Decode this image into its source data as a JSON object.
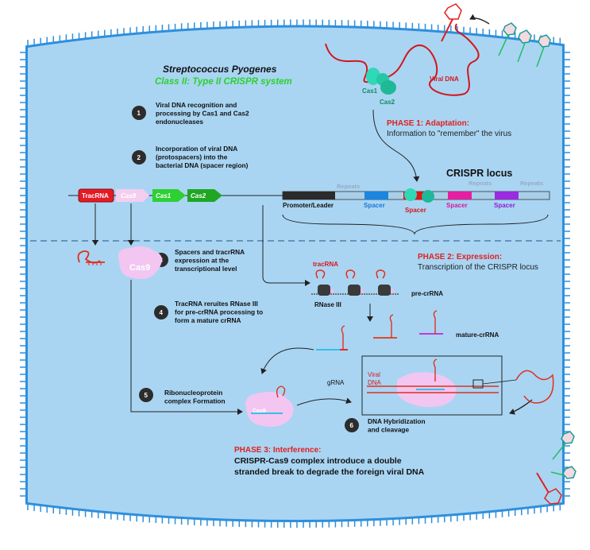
{
  "title": "Streptococcus Pyogenes",
  "subtitle": "Class II: Type II CRISPR system",
  "steps": [
    {
      "num": "1",
      "lines": [
        "Viral DNA recognition and",
        "processing by Cas1 and Cas2",
        "endonucleases"
      ]
    },
    {
      "num": "2",
      "lines": [
        "Incorporation of viral DNA",
        "(protospacers) into the",
        "bacterial DNA (spacer region)"
      ]
    },
    {
      "num": "3",
      "lines": [
        "Spacers and tracrRNA",
        "expression at the",
        "transcriptional level"
      ]
    },
    {
      "num": "4",
      "lines": [
        "TracRNA reruites RNase III",
        "for pre-crRNA processing to",
        "form a mature crRNA"
      ]
    },
    {
      "num": "5",
      "lines": [
        "Ribonucleoprotein",
        "complex Formation"
      ]
    },
    {
      "num": "6",
      "lines": [
        "DNA Hybridization",
        "and cleavage"
      ]
    }
  ],
  "phases": {
    "p1": {
      "title": "PHASE 1: Adaptation:",
      "desc": "Information to \"remember\" the virus"
    },
    "p2": {
      "title": "PHASE 2: Expression:",
      "desc": "Transcription of the CRISPR locus"
    },
    "p3": {
      "title": "PHASE 3: Interference:",
      "desc1": "CRISPR-Cas9 complex introduce a double",
      "desc2": "stranded break to degrade the foreign viral DNA"
    }
  },
  "labels": {
    "viral_dna": "Viral DNA",
    "cas1": "Cas1",
    "cas2": "Cas2",
    "crispr_locus": "CRISPR locus",
    "promoter": "Promoter/Leader",
    "repeats": "Repeats",
    "spacer": "Spacer",
    "tracrna_gene": "TracRNA",
    "cas9_gene": "Cas9",
    "cas1_gene": "Cas1",
    "cas2_gene": "Cas2",
    "cas9_protein": "Cas9",
    "tracrna": "tracRNA",
    "rnase": "RNase III",
    "pre_crrna": "pre-crRNA",
    "mature_crrna": "mature-crRNA",
    "grna": "gRNA",
    "viral": "Viral",
    "dna": "DNA",
    "cas9_small": "Cas9"
  },
  "colors": {
    "cell": "#a9d5f3",
    "membrane": "#2e8fdc",
    "phase_red": "#e0201e",
    "subtitle_green": "#2bd12b",
    "cas_teal": "#2fd8b7",
    "cas9_pink": "#f2c6f1"
  }
}
